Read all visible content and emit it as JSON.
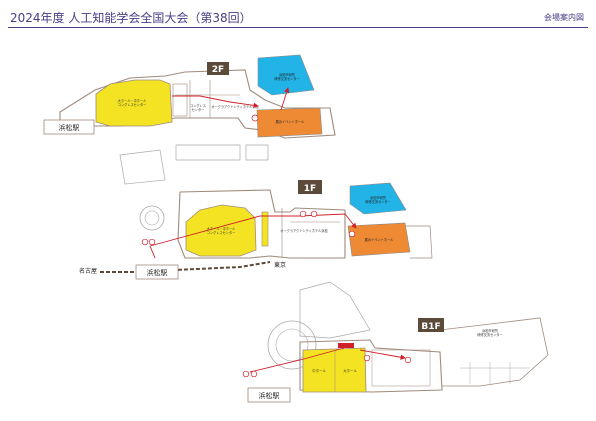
{
  "header": {
    "title": "2024年度 人工知能学会全国大会（第38回）",
    "subtitle": "会場案内図"
  },
  "floors": {
    "f2": {
      "label": "2F",
      "station": "浜松駅",
      "hall_complex": "大ホール・中ホール\nコングレスセンター",
      "congress": "コングレス\nセンター",
      "hotel": "オークラアクトシティホテル浜松",
      "exhibition": "展示イベントホール",
      "research": "浜松市研究\n研修交流センター"
    },
    "f1": {
      "label": "1F",
      "station": "浜松駅",
      "nagoya": "名古屋",
      "tokyo": "東京",
      "hall_complex": "大ホール・中ホール\nコングレスセンター",
      "hotel": "オークラアクトシティホテル浜松",
      "exhibition": "展示イベントホール",
      "research": "浜松市研究\n研修交流センター"
    },
    "b1": {
      "label": "B1F",
      "station": "浜松駅",
      "hall_mid": "中ホール",
      "hall_large": "大ホール",
      "research": "浜松市研究\n研修交流センター"
    }
  },
  "colors": {
    "accent": "#4a3b86",
    "hall_yellow": "#f4e322",
    "exhibition_orange": "#ee8a34",
    "research_blue": "#22b4e6",
    "floor_tag": "#5c4a3a",
    "outline": "#a08b7e",
    "route": "#d0202a"
  }
}
